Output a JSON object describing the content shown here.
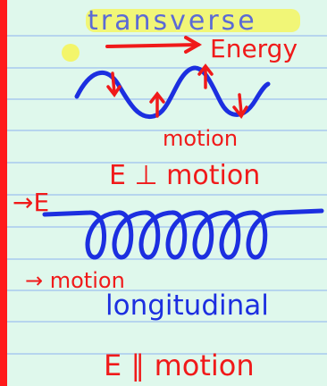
{
  "notes": {
    "title": "transverse",
    "energy_label": "Energy",
    "motion_label_1": "motion",
    "relation_1": "E ⊥ motion",
    "e_arrow_label": "→E",
    "motion_arrow_label": "→ motion",
    "subtitle": "longitudinal",
    "relation_2": "E ∥ motion"
  },
  "colors": {
    "paper": "#dff8ec",
    "ruled_line": "#a9c9ef",
    "margin": "#ff1a1a",
    "highlight": "#f3f56a",
    "blue_ink": "#1c2fe0",
    "red_ink": "#f01a1a",
    "title_ink": "#5b6ad6"
  }
}
